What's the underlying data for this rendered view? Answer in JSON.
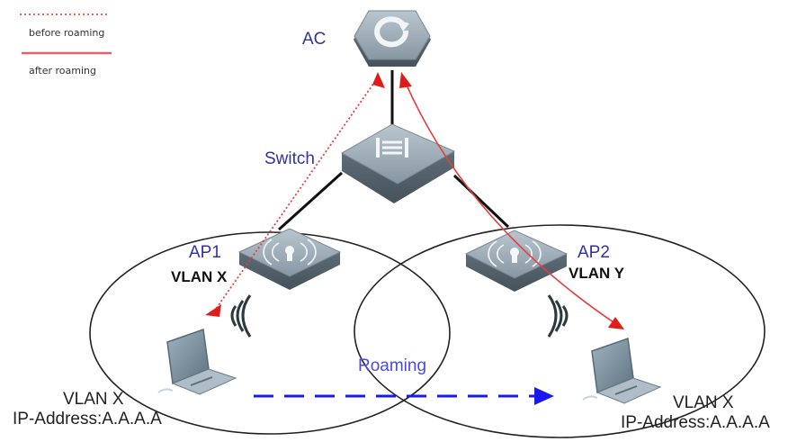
{
  "legend": {
    "before_label": "before roaming",
    "after_label": "after roaming",
    "before_style": "dotted",
    "after_style": "solid",
    "color": "#e8606a"
  },
  "nodes": {
    "ac": {
      "label": "AC",
      "icon": "ac-controller-icon"
    },
    "switch": {
      "label": "Switch",
      "icon": "switch-icon"
    },
    "ap1": {
      "label": "AP1",
      "vlan": "VLAN X",
      "icon": "access-point-icon"
    },
    "ap2": {
      "label": "AP2",
      "vlan": "VLAN Y",
      "icon": "access-point-icon"
    }
  },
  "clients": {
    "left": {
      "vlan": "VLAN X",
      "ip": "IP-Address:A.A.A.A",
      "icon": "laptop-icon"
    },
    "right": {
      "vlan": "VLAN X",
      "ip": "IP-Address:A.A.A.A",
      "icon": "laptop-icon"
    }
  },
  "roaming": {
    "label": "Roaming",
    "color": "#2222ee"
  },
  "colors": {
    "label_blue": "#33339a",
    "path_red": "#e02020",
    "device_gray": "#8a9aa6"
  }
}
